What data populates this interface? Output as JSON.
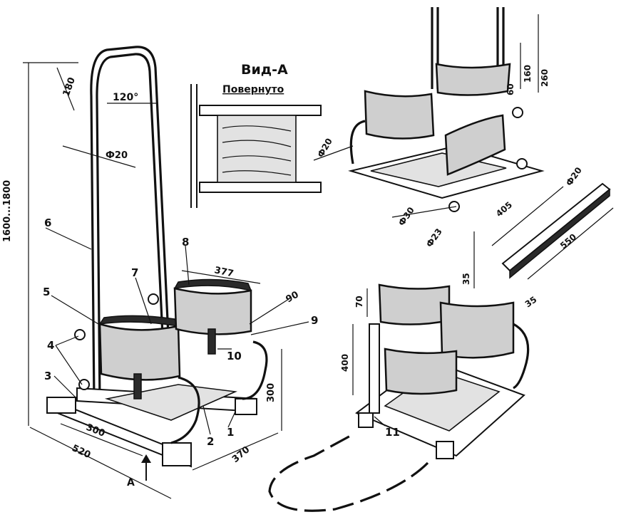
{
  "view_a": {
    "title": "Вид-А",
    "subtitle": "Повернуто"
  },
  "dimensions": {
    "height_total": "1600...1800",
    "d180": "180",
    "angle120": "120°",
    "phi20_main": "Ф20",
    "d377": "377",
    "d90": "90",
    "d300_side": "300",
    "d300_front": "300",
    "d520": "520",
    "d370": "370",
    "tr_260": "260",
    "tr_160": "160",
    "tr_60": "60",
    "tr_phi20_left": "Ф20",
    "tr_phi20_right": "Ф20",
    "tr_405": "405",
    "tr_phi30": "Ф30",
    "tr_phi23": "Ф23",
    "tr_550": "550",
    "tr_35a": "35",
    "tr_35b": "35",
    "br_70": "70",
    "br_400": "400",
    "arrow_a": "А"
  },
  "parts": {
    "p1": "1",
    "p2": "2",
    "p3": "3",
    "p4": "4",
    "p5": "5",
    "p6": "6",
    "p7": "7",
    "p8": "8",
    "p9": "9",
    "p10": "10",
    "p11": "11"
  }
}
